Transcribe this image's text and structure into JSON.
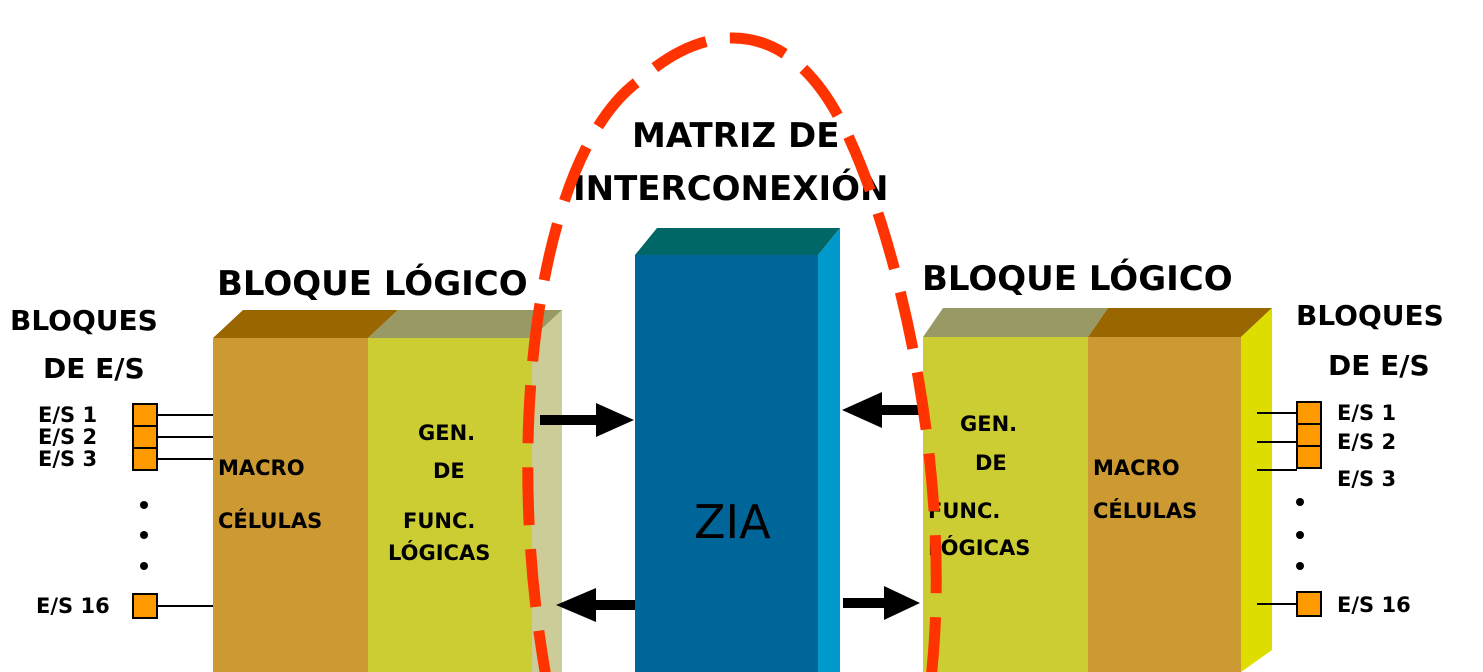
{
  "title_line1": "MATRIZ DE",
  "title_line2": "INTERCONEXIÓN",
  "center_block": "ZIA",
  "left_logic_block": {
    "heading": "BLOQUE LÓGICO",
    "macro_line1": "MACRO",
    "macro_line2": "CÉLULAS",
    "gen_line1": "GEN.",
    "gen_line2": "DE",
    "gen_line3": "FUNC.",
    "gen_line4": "LÓGICAS"
  },
  "right_logic_block": {
    "heading": "BLOQUE LÓGICO",
    "macro_line1": "MACRO",
    "macro_line2": "CÉLULAS",
    "gen_line1": "GEN.",
    "gen_line2": "DE",
    "gen_line3": "FUNC.",
    "gen_line4": "LÓGICAS"
  },
  "left_io": {
    "heading_line1": "BLOQUES",
    "heading_line2": "DE E/S",
    "ports": [
      "E/S 1",
      "E/S 2",
      "E/S 3",
      "E/S 16"
    ]
  },
  "right_io": {
    "heading_line1": "BLOQUES",
    "heading_line2": "DE E/S",
    "ports": [
      "E/S 1",
      "E/S 2",
      "E/S 3",
      "E/S 16"
    ]
  },
  "colors": {
    "macro": "#cc9933",
    "macro_top": "#996600",
    "gen": "#cccc33",
    "gen_top": "#999966",
    "left_side": "#cccc99",
    "right_side": "#dddd00",
    "zia_front": "#006699",
    "zia_side": "#0099cc",
    "zia_top": "#006666",
    "io_box": "#ff9900",
    "highlight": "#ff3300"
  }
}
